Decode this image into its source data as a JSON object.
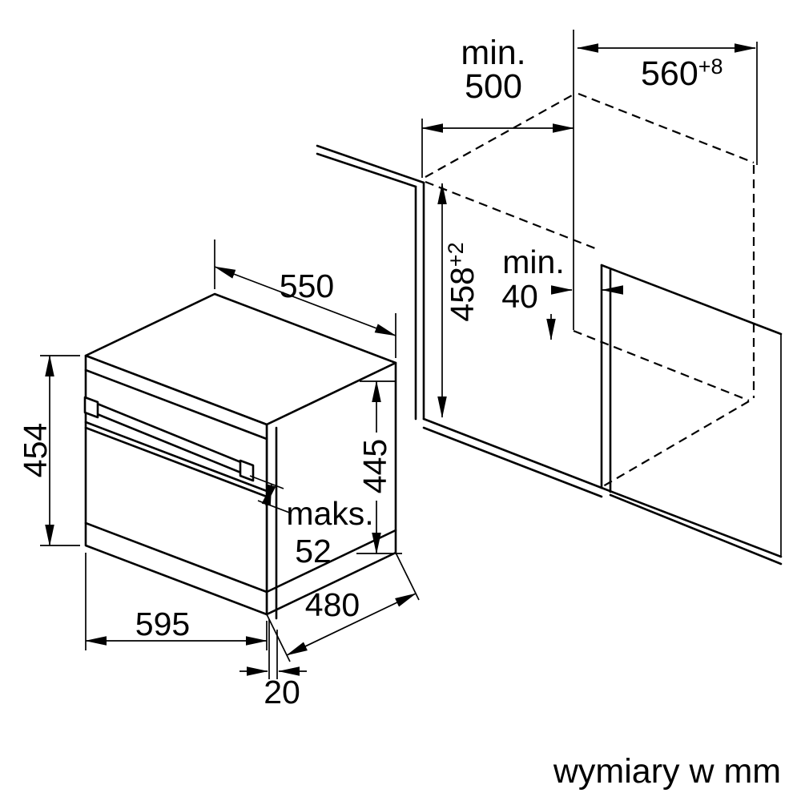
{
  "caption": "wymiary w mm",
  "colors": {
    "ink": "#000000",
    "background": "#ffffff"
  },
  "oven": {
    "top_width": "550",
    "left_height": "454",
    "front_height": "445",
    "handle_depth_label": "maks.",
    "handle_depth_value": "52",
    "bottom_width": "595",
    "bottom_depth": "480",
    "door_offset": "20"
  },
  "niche": {
    "depth_label": "min.",
    "depth_value": "500",
    "width_value": "560",
    "width_tolerance": "+8",
    "height_value": "458",
    "height_tolerance": "+2",
    "gap_label": "min.",
    "gap_value": "40"
  }
}
